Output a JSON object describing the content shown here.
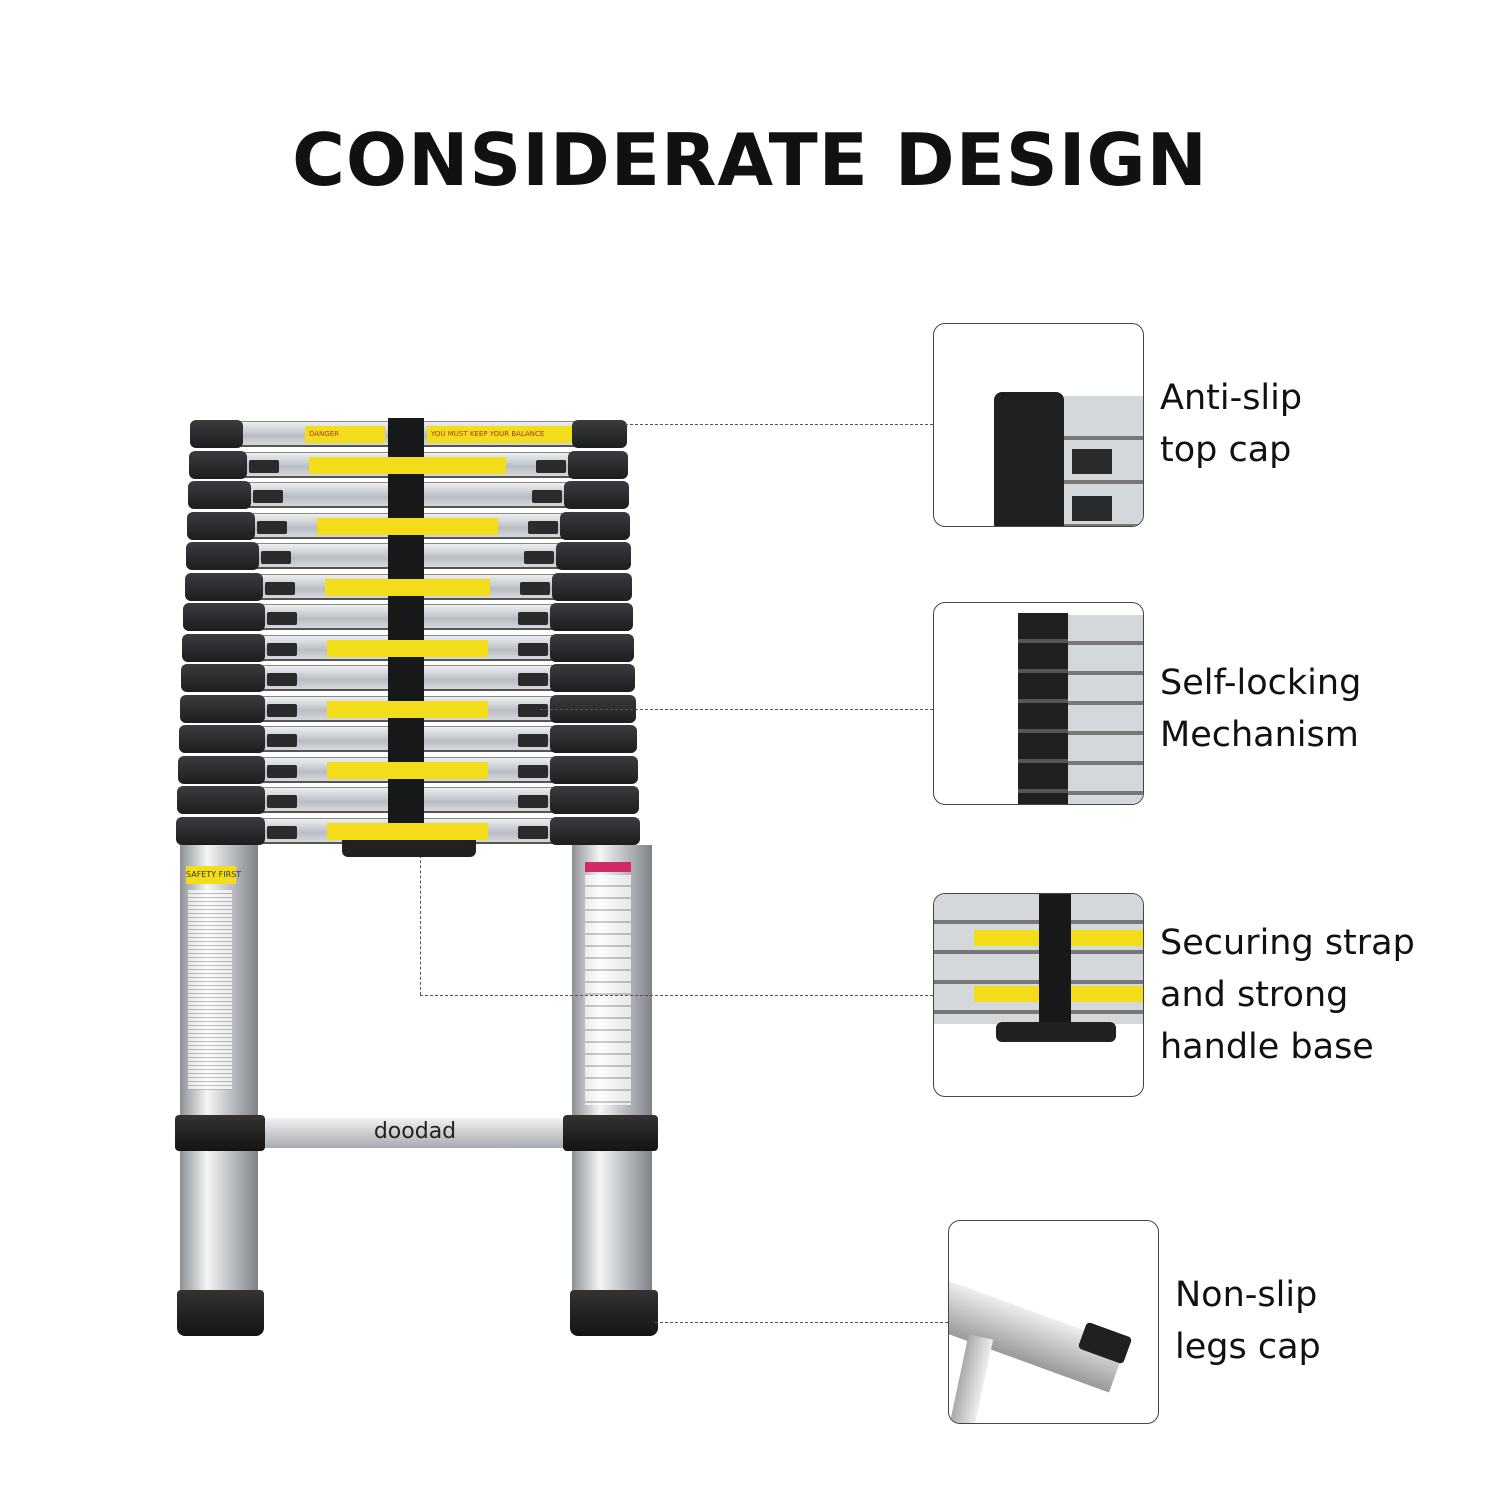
{
  "title": "CONSIDERATE DESIGN",
  "ladder": {
    "danger_label": "DANGER",
    "balance_label": "YOU MUST KEEP YOUR BALANCE",
    "safety_label": "SAFETY FIRST",
    "brand_logo": "doodad",
    "rung_count": 14
  },
  "features": [
    {
      "line1": "Anti-slip",
      "line2": "top cap"
    },
    {
      "line1": "Self-locking",
      "line2": "Mechanism"
    },
    {
      "line1": "Securing strap",
      "line2": "and strong",
      "line3": "handle base"
    },
    {
      "line1": "Non-slip",
      "line2": "legs cap"
    }
  ],
  "colors": {
    "sticker": "#f3dd1a",
    "cap": "#1c1d1f",
    "aluminum": "#c5c8cc"
  }
}
